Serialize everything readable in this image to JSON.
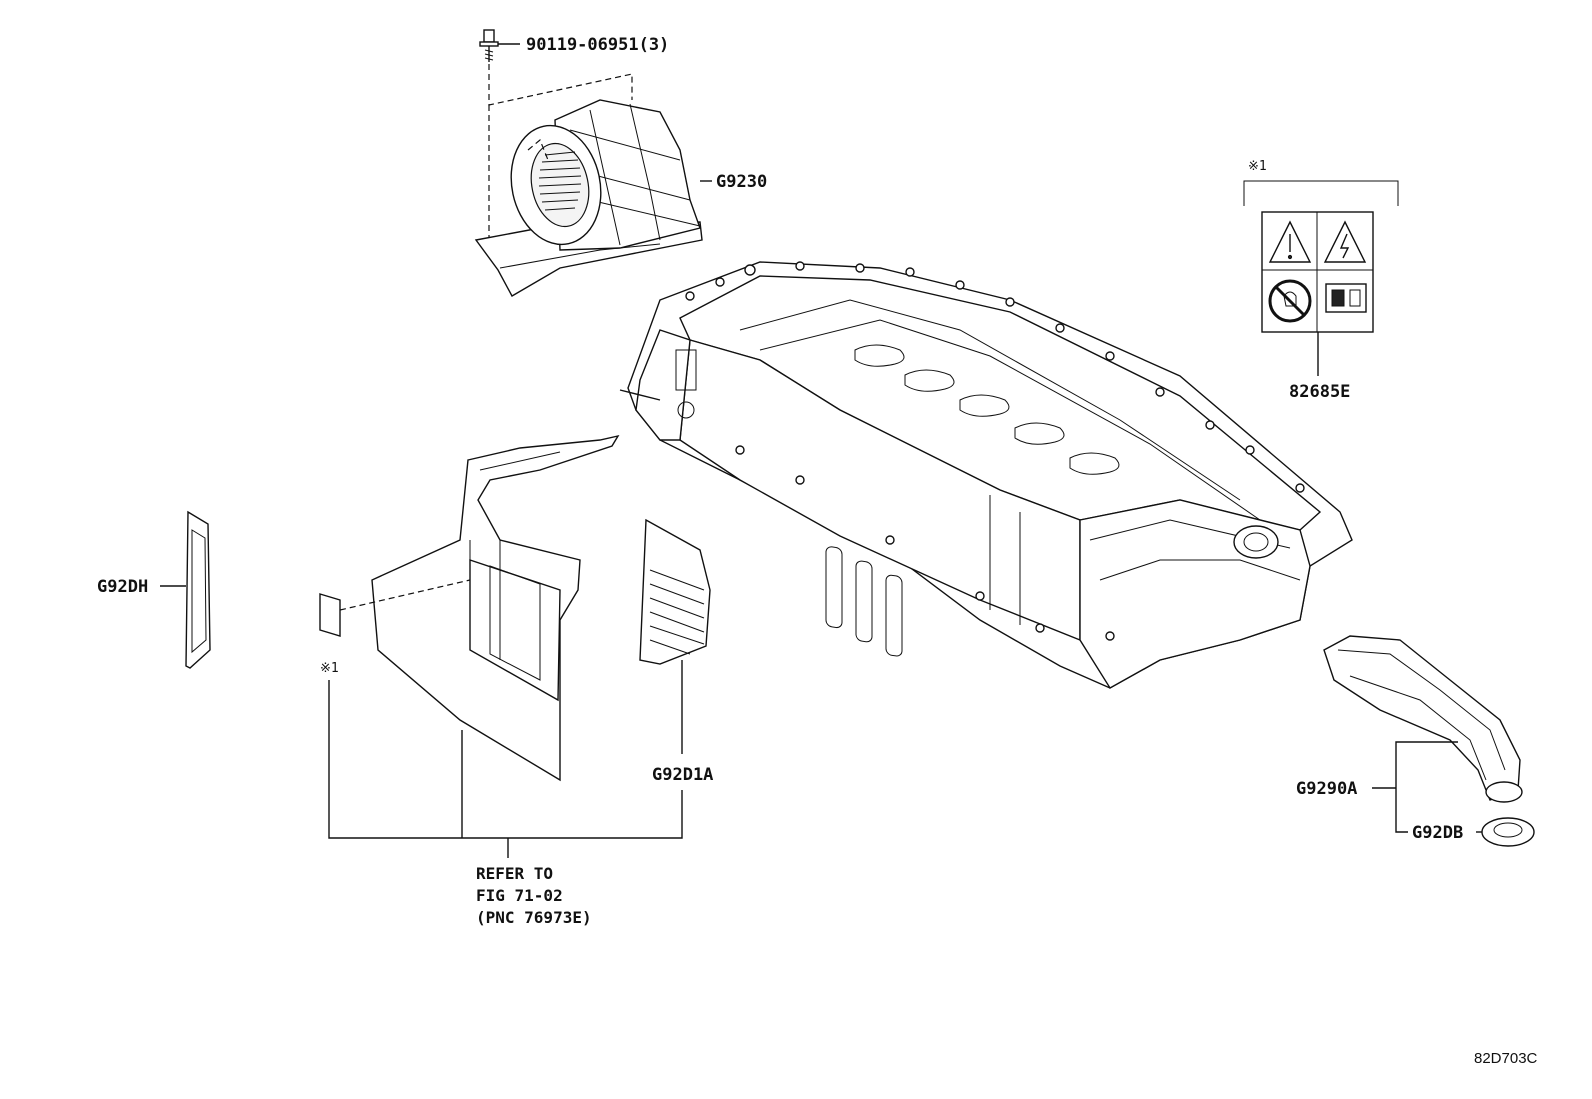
{
  "diagram": {
    "drawing_code": "82D703C",
    "note_mark": "※1",
    "callouts": {
      "bolt": "90119-06951(3)",
      "blower": "G9230",
      "label_part": "82685E",
      "left_plate": "G92DH",
      "duct": "G92D1A",
      "hose": "G9290A",
      "grommet": "G92DB"
    },
    "reference": {
      "line1": "REFER TO",
      "line2": "FIG 71-02",
      "line3": "(PNC 76973E)"
    }
  }
}
